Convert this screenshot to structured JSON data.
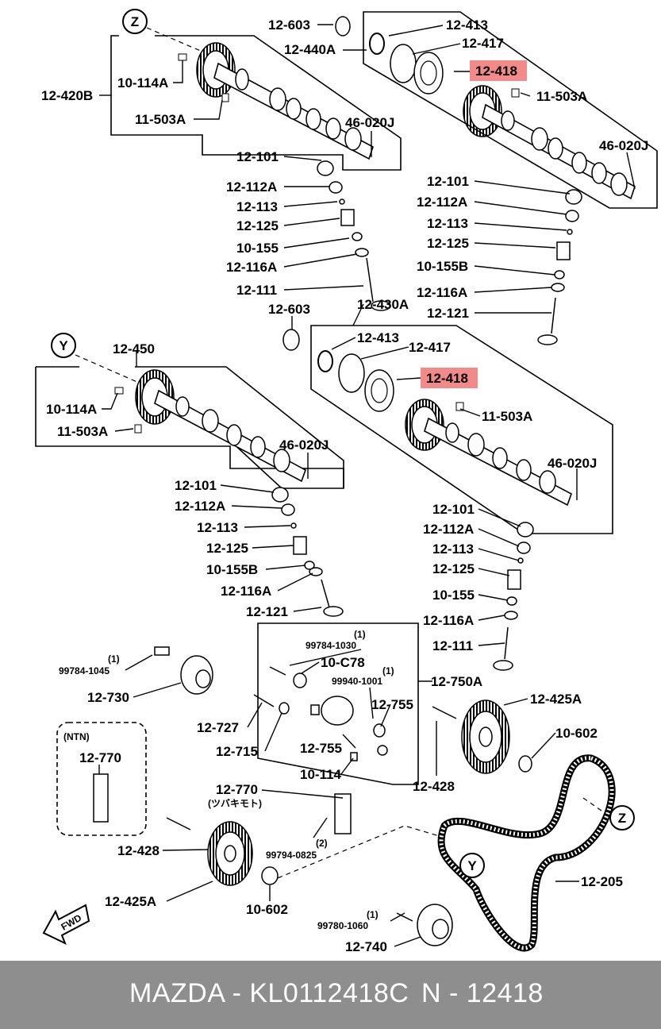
{
  "labels": {
    "z_top": "Z",
    "l_12_603_a": "12-603",
    "l_12_413_a": "12-413",
    "l_12_440a": "12-440A",
    "l_12_417_a": "12-417",
    "l_12_418_a": "12-418",
    "l_10_114a_a": "10-114A",
    "l_12_420b": "12-420B",
    "l_11_503a_a": "11-503A",
    "l_11_503a_b": "11-503A",
    "l_46_020j_a": "46-020J",
    "l_46_020j_b": "46-020J",
    "l_12_101_a": "12-101",
    "l_12_112a_a": "12-112A",
    "l_12_113_a": "12-113",
    "l_12_125_a": "12-125",
    "l_10_155_a": "10-155",
    "l_12_116a_a": "12-116A",
    "l_12_111_a": "12-111",
    "l_12_101_b": "12-101",
    "l_12_112a_b": "12-112A",
    "l_12_113_b": "12-113",
    "l_12_125_b": "12-125",
    "l_10_155b_b": "10-155B",
    "l_12_116a_b": "12-116A",
    "l_12_121_b": "12-121",
    "l_12_603_b": "12-603",
    "l_12_430a": "12-430A",
    "y_left": "Y",
    "l_12_450": "12-450",
    "l_12_413_b": "12-413",
    "l_12_417_b": "12-417",
    "l_12_418_b": "12-418",
    "l_10_114a_b": "10-114A",
    "l_11_503a_c": "11-503A",
    "l_11_503a_d": "11-503A",
    "l_46_020j_c": "46-020J",
    "l_46_020j_d": "46-020J",
    "l_12_101_c": "12-101",
    "l_12_112a_c": "12-112A",
    "l_12_113_c": "12-113",
    "l_12_125_c": "12-125",
    "l_10_155b_c": "10-155B",
    "l_12_116a_c": "12-116A",
    "l_12_121_c": "12-121",
    "l_12_101_d": "12-101",
    "l_12_112a_d": "12-112A",
    "l_12_113_d": "12-113",
    "l_12_125_d": "12-125",
    "l_10_155_d": "10-155",
    "l_12_116a_d": "12-116A",
    "l_12_111_d": "12-111",
    "q1_a": "(1)",
    "l_99784_1030": "99784-1030",
    "l_10_c78": "10-C78",
    "q1_b": "(1)",
    "l_99940_1001": "99940-1001",
    "l_12_750a": "12-750A",
    "l_12_755_a": "12-755",
    "l_12_755_b": "12-755",
    "l_10_114": "10-114",
    "q1_c": "(1)",
    "l_99784_1045": "99784-1045",
    "l_12_730": "12-730",
    "l_12_727": "12-727",
    "l_12_715": "12-715",
    "l_12_425a_a": "12-425A",
    "l_10_602_a": "10-602",
    "l_12_428_a": "12-428",
    "ntn": "(NTN)",
    "l_12_770_a": "12-770",
    "l_12_770_b": "12-770",
    "tsubaki": "(ツバキモト)",
    "q2": "(2)",
    "l_99794_0825": "99794-0825",
    "l_12_428_b": "12-428",
    "l_12_425a_b": "12-425A",
    "l_10_602_b": "10-602",
    "y_belt": "Y",
    "z_right": "Z",
    "l_12_205": "12-205",
    "q1_d": "(1)",
    "l_99780_1060": "99780-1060",
    "l_12_740": "12-740",
    "fwd": "FWD"
  },
  "footer": {
    "left": "MAZDA - KL0112418C",
    "right": "N - 12418"
  },
  "colors": {
    "highlight": "#f28a8a",
    "footer_bg": "#8e8e8e",
    "footer_text": "#ffffff"
  }
}
